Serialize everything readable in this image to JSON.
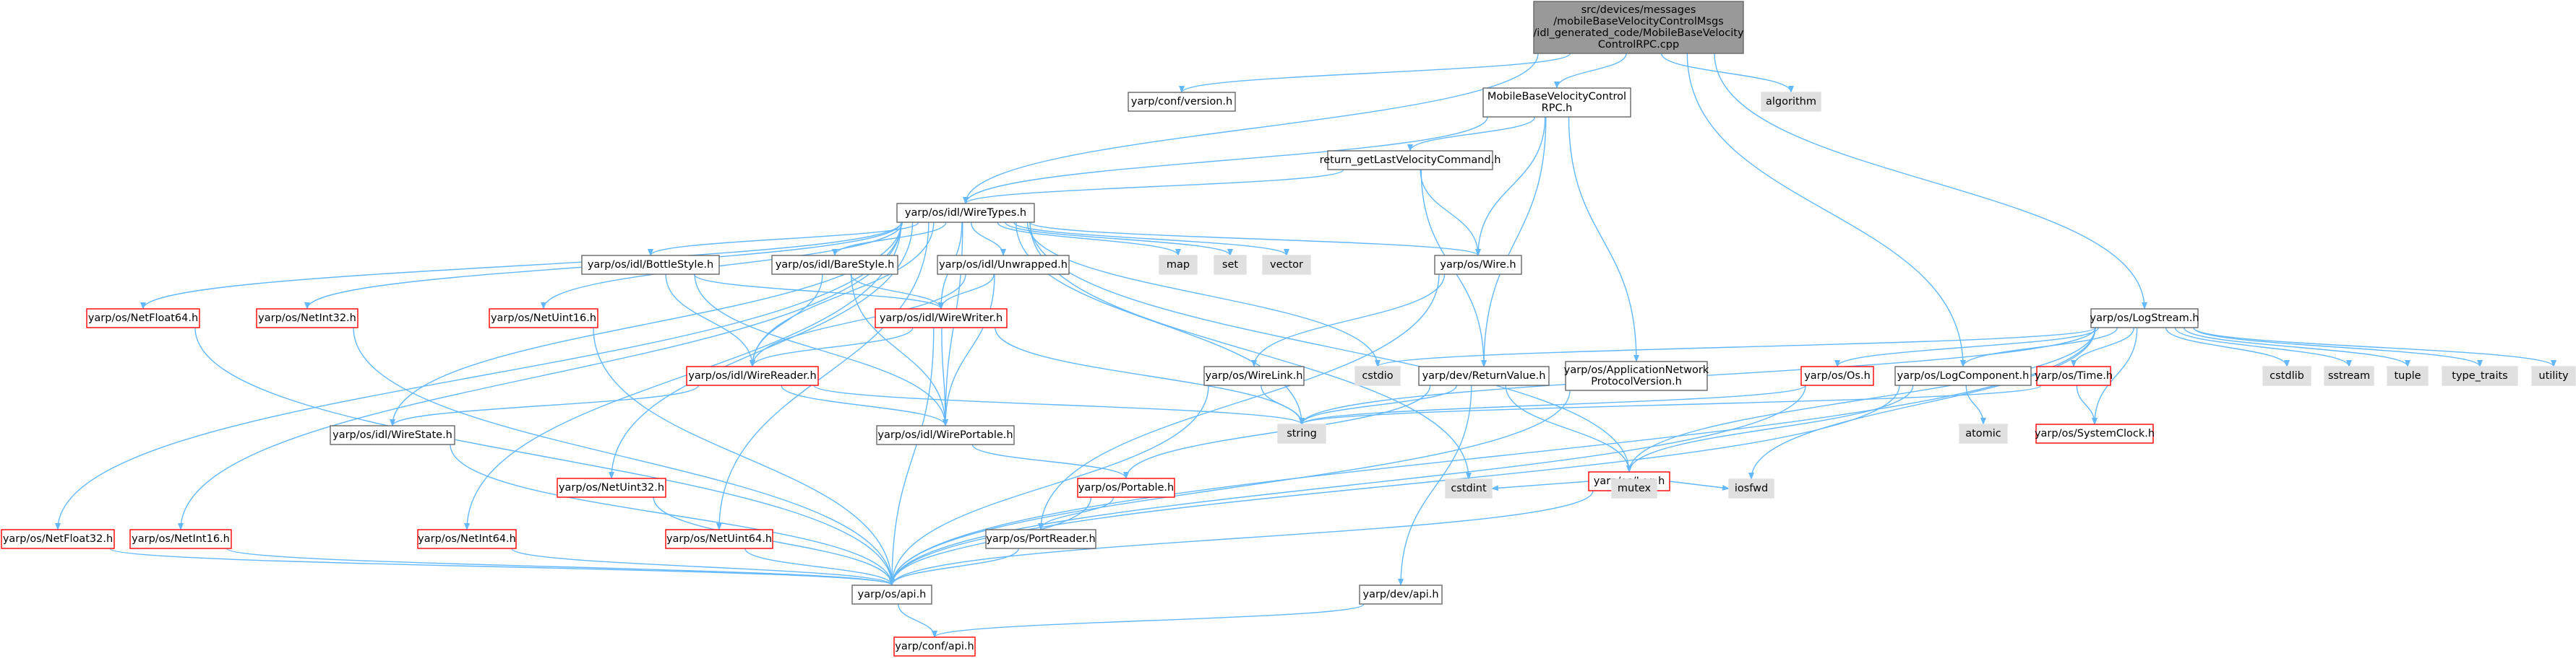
{
  "colors": {
    "root_fill": "#999999",
    "root_border": "#666666",
    "normal_fill": "#ffffff",
    "normal_border": "#666666",
    "missing_fill": "#ffffff",
    "missing_border": "#ff0000",
    "external_fill": "#e0e0e0",
    "external_border": "#e0e0e0",
    "edge": "#63b8ff",
    "text": "#000000"
  },
  "nodes": [
    {
      "id": "root",
      "kind": "root",
      "lines": [
        "src/devices/messages",
        "/mobileBaseVelocityControlMsgs",
        "/idl_generated_code/MobileBaseVelocity",
        "ControlRPC.cpp"
      ]
    },
    {
      "id": "conf_version",
      "kind": "normal",
      "lines": [
        "yarp/conf/version.h"
      ]
    },
    {
      "id": "mbvc_rpc_h",
      "kind": "normal",
      "lines": [
        "MobileBaseVelocityControl",
        "RPC.h"
      ]
    },
    {
      "id": "algorithm",
      "kind": "external",
      "lines": [
        "algorithm"
      ]
    },
    {
      "id": "return_glvc",
      "kind": "normal",
      "lines": [
        "return_getLastVelocityCommand.h"
      ]
    },
    {
      "id": "wiretypes",
      "kind": "normal",
      "lines": [
        "yarp/os/idl/WireTypes.h"
      ]
    },
    {
      "id": "bottlestyle",
      "kind": "normal",
      "lines": [
        "yarp/os/idl/BottleStyle.h"
      ]
    },
    {
      "id": "barestyle",
      "kind": "normal",
      "lines": [
        "yarp/os/idl/BareStyle.h"
      ]
    },
    {
      "id": "unwrapped",
      "kind": "normal",
      "lines": [
        "yarp/os/idl/Unwrapped.h"
      ]
    },
    {
      "id": "map",
      "kind": "external",
      "lines": [
        "map"
      ]
    },
    {
      "id": "set",
      "kind": "external",
      "lines": [
        "set"
      ]
    },
    {
      "id": "vector",
      "kind": "external",
      "lines": [
        "vector"
      ]
    },
    {
      "id": "wire",
      "kind": "normal",
      "lines": [
        "yarp/os/Wire.h"
      ]
    },
    {
      "id": "netfloat64",
      "kind": "missing",
      "lines": [
        "yarp/os/NetFloat64.h"
      ]
    },
    {
      "id": "netint32",
      "kind": "missing",
      "lines": [
        "yarp/os/NetInt32.h"
      ]
    },
    {
      "id": "netuint16",
      "kind": "missing",
      "lines": [
        "yarp/os/NetUint16.h"
      ]
    },
    {
      "id": "wirewriter",
      "kind": "missing",
      "lines": [
        "yarp/os/idl/WireWriter.h"
      ]
    },
    {
      "id": "wirereader",
      "kind": "missing",
      "lines": [
        "yarp/os/idl/WireReader.h"
      ]
    },
    {
      "id": "wirestate",
      "kind": "normal",
      "lines": [
        "yarp/os/idl/WireState.h"
      ]
    },
    {
      "id": "wireportable",
      "kind": "normal",
      "lines": [
        "yarp/os/idl/WirePortable.h"
      ]
    },
    {
      "id": "wirelink",
      "kind": "normal",
      "lines": [
        "yarp/os/WireLink.h"
      ]
    },
    {
      "id": "cstdio",
      "kind": "external",
      "lines": [
        "cstdio"
      ]
    },
    {
      "id": "returnvalue",
      "kind": "normal",
      "lines": [
        "yarp/dev/ReturnValue.h"
      ]
    },
    {
      "id": "appnetproto",
      "kind": "normal",
      "lines": [
        "yarp/os/ApplicationNetwork",
        "ProtocolVersion.h"
      ]
    },
    {
      "id": "logstream",
      "kind": "normal",
      "lines": [
        "yarp/os/LogStream.h"
      ]
    },
    {
      "id": "os_h",
      "kind": "missing",
      "lines": [
        "yarp/os/Os.h"
      ]
    },
    {
      "id": "logcomponent",
      "kind": "normal",
      "lines": [
        "yarp/os/LogComponent.h"
      ]
    },
    {
      "id": "time_h",
      "kind": "missing",
      "lines": [
        "yarp/os/Time.h"
      ]
    },
    {
      "id": "cstdlib",
      "kind": "external",
      "lines": [
        "cstdlib"
      ]
    },
    {
      "id": "sstream",
      "kind": "external",
      "lines": [
        "sstream"
      ]
    },
    {
      "id": "tuple",
      "kind": "external",
      "lines": [
        "tuple"
      ]
    },
    {
      "id": "type_traits",
      "kind": "external",
      "lines": [
        "type_traits"
      ]
    },
    {
      "id": "utility",
      "kind": "external",
      "lines": [
        "utility"
      ]
    },
    {
      "id": "string",
      "kind": "external",
      "lines": [
        "string"
      ]
    },
    {
      "id": "atomic",
      "kind": "external",
      "lines": [
        "atomic"
      ]
    },
    {
      "id": "systemclock",
      "kind": "missing",
      "lines": [
        "yarp/os/SystemClock.h"
      ]
    },
    {
      "id": "log_h",
      "kind": "missing",
      "lines": [
        "yarp/os/Log.h"
      ]
    },
    {
      "id": "netuint32",
      "kind": "missing",
      "lines": [
        "yarp/os/NetUint32.h"
      ]
    },
    {
      "id": "portable",
      "kind": "missing",
      "lines": [
        "yarp/os/Portable.h"
      ]
    },
    {
      "id": "cstdint",
      "kind": "external",
      "lines": [
        "cstdint"
      ]
    },
    {
      "id": "mutex",
      "kind": "external",
      "lines": [
        "mutex"
      ]
    },
    {
      "id": "iosfwd",
      "kind": "external",
      "lines": [
        "iosfwd"
      ]
    },
    {
      "id": "netfloat32",
      "kind": "missing",
      "lines": [
        "yarp/os/NetFloat32.h"
      ]
    },
    {
      "id": "netint16",
      "kind": "missing",
      "lines": [
        "yarp/os/NetInt16.h"
      ]
    },
    {
      "id": "netint64",
      "kind": "missing",
      "lines": [
        "yarp/os/NetInt64.h"
      ]
    },
    {
      "id": "netuint64",
      "kind": "missing",
      "lines": [
        "yarp/os/NetUint64.h"
      ]
    },
    {
      "id": "portreader",
      "kind": "normal",
      "lines": [
        "yarp/os/PortReader.h"
      ]
    },
    {
      "id": "os_api",
      "kind": "normal",
      "lines": [
        "yarp/os/api.h"
      ]
    },
    {
      "id": "dev_api",
      "kind": "normal",
      "lines": [
        "yarp/dev/api.h"
      ]
    },
    {
      "id": "conf_api",
      "kind": "missing",
      "lines": [
        "yarp/conf/api.h"
      ]
    }
  ],
  "edges": [
    [
      "root",
      "conf_version"
    ],
    [
      "root",
      "mbvc_rpc_h"
    ],
    [
      "root",
      "algorithm"
    ],
    [
      "root",
      "wiretypes"
    ],
    [
      "root",
      "logstream"
    ],
    [
      "root",
      "logcomponent"
    ],
    [
      "mbvc_rpc_h",
      "return_glvc"
    ],
    [
      "mbvc_rpc_h",
      "wiretypes"
    ],
    [
      "mbvc_rpc_h",
      "wire"
    ],
    [
      "mbvc_rpc_h",
      "returnvalue"
    ],
    [
      "mbvc_rpc_h",
      "appnetproto"
    ],
    [
      "return_glvc",
      "wiretypes"
    ],
    [
      "return_glvc",
      "wire"
    ],
    [
      "return_glvc",
      "returnvalue"
    ],
    [
      "wiretypes",
      "bottlestyle"
    ],
    [
      "wiretypes",
      "barestyle"
    ],
    [
      "wiretypes",
      "unwrapped"
    ],
    [
      "wiretypes",
      "map"
    ],
    [
      "wiretypes",
      "set"
    ],
    [
      "wiretypes",
      "vector"
    ],
    [
      "wiretypes",
      "wire"
    ],
    [
      "wiretypes",
      "netfloat64"
    ],
    [
      "wiretypes",
      "netint32"
    ],
    [
      "wiretypes",
      "netuint16"
    ],
    [
      "wiretypes",
      "wirewriter"
    ],
    [
      "wiretypes",
      "wirereader"
    ],
    [
      "wiretypes",
      "wirestate"
    ],
    [
      "wiretypes",
      "wireportable"
    ],
    [
      "wiretypes",
      "cstdio"
    ],
    [
      "wiretypes",
      "string"
    ],
    [
      "wiretypes",
      "netfloat32"
    ],
    [
      "wiretypes",
      "netint16"
    ],
    [
      "wiretypes",
      "netint64"
    ],
    [
      "wiretypes",
      "netuint32"
    ],
    [
      "wiretypes",
      "netuint64"
    ],
    [
      "wiretypes",
      "log_h"
    ],
    [
      "wiretypes",
      "cstdint"
    ],
    [
      "bottlestyle",
      "wirewriter"
    ],
    [
      "bottlestyle",
      "wirereader"
    ],
    [
      "bottlestyle",
      "wireportable"
    ],
    [
      "barestyle",
      "wirewriter"
    ],
    [
      "barestyle",
      "wirereader"
    ],
    [
      "barestyle",
      "wireportable"
    ],
    [
      "unwrapped",
      "wirewriter"
    ],
    [
      "unwrapped",
      "wirereader"
    ],
    [
      "unwrapped",
      "wireportable"
    ],
    [
      "wirewriter",
      "wirereader"
    ],
    [
      "wirewriter",
      "wireportable"
    ],
    [
      "wirewriter",
      "string"
    ],
    [
      "wirewriter",
      "os_api"
    ],
    [
      "wirereader",
      "wirestate"
    ],
    [
      "wirereader",
      "wireportable"
    ],
    [
      "wirereader",
      "string"
    ],
    [
      "wirestate",
      "os_api"
    ],
    [
      "wireportable",
      "portable"
    ],
    [
      "wire",
      "wirelink"
    ],
    [
      "wire",
      "portreader"
    ],
    [
      "wirelink",
      "string"
    ],
    [
      "wirelink",
      "os_api"
    ],
    [
      "returnvalue",
      "string"
    ],
    [
      "returnvalue",
      "log_h"
    ],
    [
      "returnvalue",
      "portable"
    ],
    [
      "returnvalue",
      "dev_api"
    ],
    [
      "appnetproto",
      "os_api"
    ],
    [
      "logstream",
      "cstdio"
    ],
    [
      "logstream",
      "string"
    ],
    [
      "logstream",
      "os_h"
    ],
    [
      "logstream",
      "logcomponent"
    ],
    [
      "logstream",
      "time_h"
    ],
    [
      "logstream",
      "cstdlib"
    ],
    [
      "logstream",
      "sstream"
    ],
    [
      "logstream",
      "tuple"
    ],
    [
      "logstream",
      "type_traits"
    ],
    [
      "logstream",
      "utility"
    ],
    [
      "logstream",
      "log_h"
    ],
    [
      "logstream",
      "iosfwd"
    ],
    [
      "logstream",
      "systemclock"
    ],
    [
      "logstream",
      "os_api"
    ],
    [
      "os_h",
      "string"
    ],
    [
      "os_h",
      "os_api"
    ],
    [
      "logcomponent",
      "atomic"
    ],
    [
      "logcomponent",
      "log_h"
    ],
    [
      "logcomponent",
      "os_api"
    ],
    [
      "time_h",
      "systemclock"
    ],
    [
      "time_h",
      "string"
    ],
    [
      "log_h",
      "cstdint"
    ],
    [
      "log_h",
      "mutex"
    ],
    [
      "log_h",
      "iosfwd"
    ],
    [
      "log_h",
      "os_api"
    ],
    [
      "portable",
      "portreader"
    ],
    [
      "portable",
      "os_api"
    ],
    [
      "portreader",
      "os_api"
    ],
    [
      "netfloat64",
      "os_api"
    ],
    [
      "netint32",
      "os_api"
    ],
    [
      "netuint16",
      "os_api"
    ],
    [
      "netuint32",
      "os_api"
    ],
    [
      "netfloat32",
      "os_api"
    ],
    [
      "netint16",
      "os_api"
    ],
    [
      "netint64",
      "os_api"
    ],
    [
      "netuint64",
      "os_api"
    ],
    [
      "os_api",
      "conf_api"
    ],
    [
      "dev_api",
      "conf_api"
    ]
  ]
}
